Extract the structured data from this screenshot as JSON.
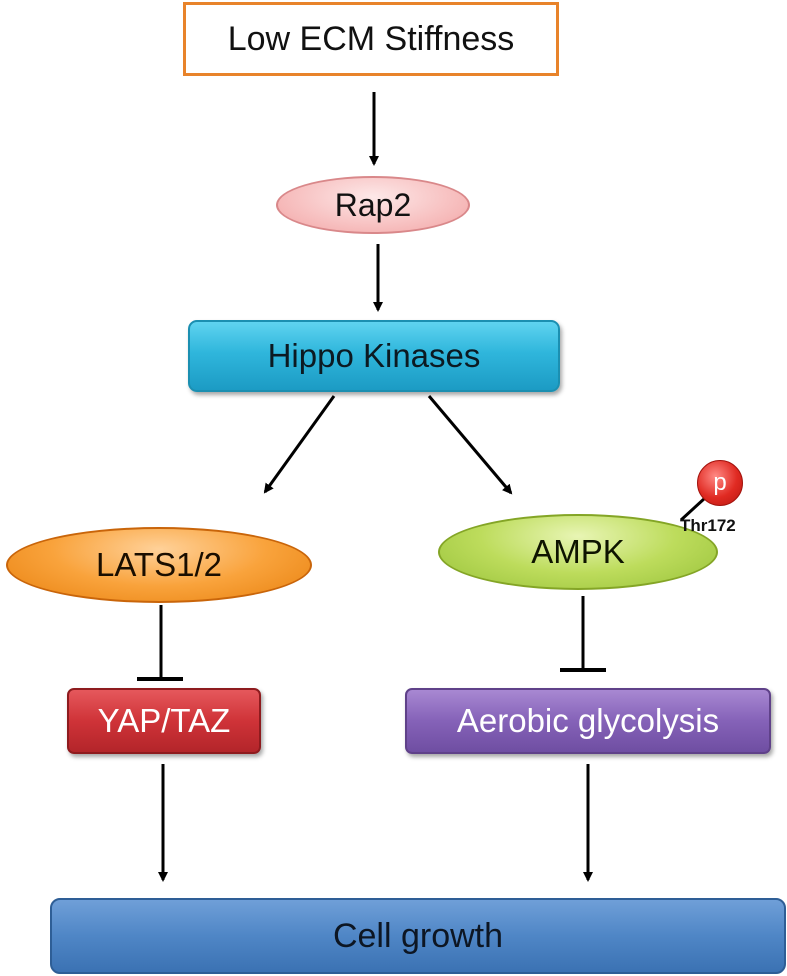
{
  "nodes": {
    "ecm": "Low ECM Stiffness",
    "rap2": "Rap2",
    "hippo": "Hippo Kinases",
    "lats": "LATS1/2",
    "ampk": "AMPK",
    "yap": "YAP/TAZ",
    "aerobic": "Aerobic glycolysis",
    "cell": "Cell growth"
  },
  "phospho": {
    "symbol": "p",
    "site": "Thr172"
  },
  "edges": [
    {
      "from": "Low ECM Stiffness",
      "to": "Rap2",
      "type": "activation"
    },
    {
      "from": "Rap2",
      "to": "Hippo Kinases",
      "type": "activation"
    },
    {
      "from": "Hippo Kinases",
      "to": "LATS1/2",
      "type": "activation"
    },
    {
      "from": "Hippo Kinases",
      "to": "AMPK",
      "type": "activation"
    },
    {
      "from": "LATS1/2",
      "to": "YAP/TAZ",
      "type": "inhibition"
    },
    {
      "from": "AMPK",
      "to": "Aerobic glycolysis",
      "type": "inhibition"
    },
    {
      "from": "YAP/TAZ",
      "to": "Cell growth",
      "type": "activation"
    },
    {
      "from": "Aerobic glycolysis",
      "to": "Cell growth",
      "type": "activation"
    }
  ],
  "colors": {
    "ecm_border": "#e8832a",
    "rap2": "#f6b9b9",
    "hippo": "#2fb6dc",
    "lats": "#f9a33c",
    "ampk": "#bddc5c",
    "yap": "#cf3338",
    "aerobic": "#8562b8",
    "cell": "#4f86c6",
    "phospho": "#e02a22",
    "edge": "#000000"
  }
}
